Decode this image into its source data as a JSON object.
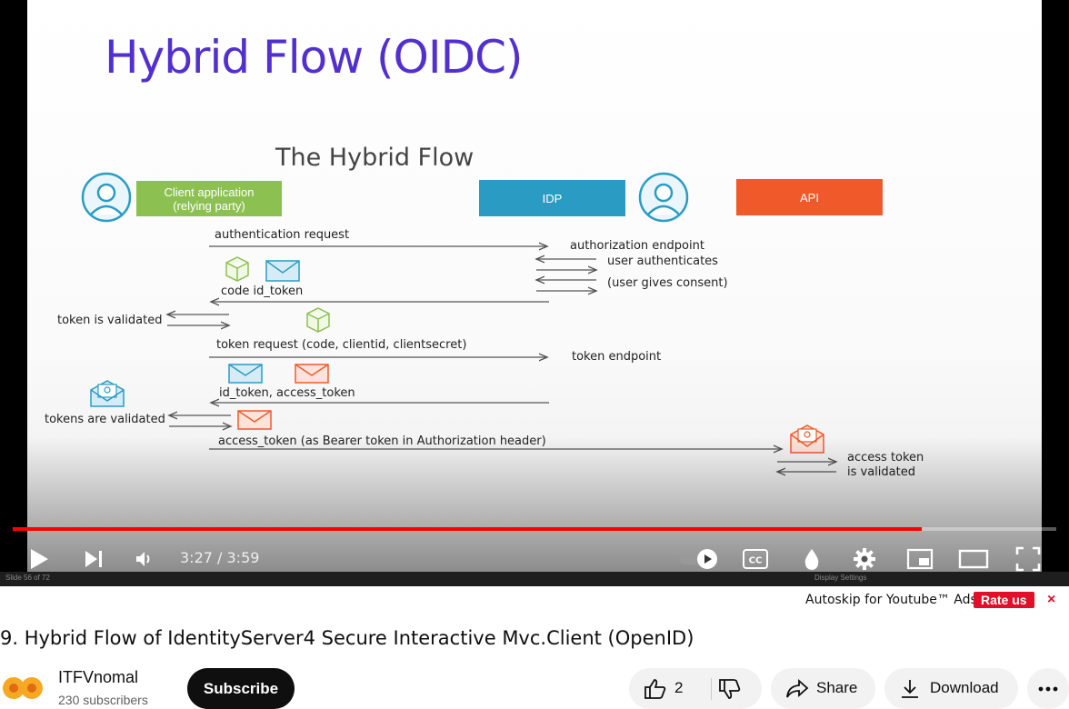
{
  "slide": {
    "title": "Hybrid Flow (OIDC)",
    "subtitle": "The Hybrid Flow",
    "client_box": "Client application\n(relying party)",
    "idp_box": "IDP",
    "api_box": "API",
    "labels": {
      "authentication_request": "authentication request",
      "authorization_endpoint": "authorization endpoint",
      "user_authenticates": "user authenticates",
      "user_gives_consent": "(user gives consent)",
      "code_id_token": "code id_token",
      "token_is_validated": "token is validated",
      "token_request": "token request (code, clientid, clientsecret)",
      "token_endpoint": "token endpoint",
      "id_token_access_token": "id_token, access_token",
      "tokens_are_validated": "tokens are validated",
      "access_token_bearer": "access_token (as Bearer token in Authorization header)",
      "access_token_validated_1": "access token",
      "access_token_validated_2": "is validated"
    },
    "colors": {
      "title": "#5230cf",
      "client": "#8cc152",
      "idp": "#2a9cc4",
      "api": "#f05a2b"
    },
    "slide_number": "Slide 56 of 72",
    "display_settings": "Display Settings"
  },
  "player": {
    "time": "3:27 / 3:59",
    "progress_fraction": 0.871,
    "icons": [
      "play-icon",
      "next-icon",
      "volume-icon",
      "autoplay-toggle-icon",
      "captions-icon",
      "ambient-icon",
      "settings-icon",
      "miniplayer-icon",
      "theater-icon",
      "fullscreen-icon"
    ]
  },
  "ad_bar": {
    "text": "Autoskip for Youtube™ Ads",
    "rate_us": "Rate us",
    "close": "×"
  },
  "video": {
    "title": "9. Hybrid Flow of IdentityServer4 Secure Interactive Mvc.Client (OpenID)",
    "channel": "ITFVnomal",
    "subscribers": "230 subscribers",
    "subscribe": "Subscribe",
    "likes": "2",
    "share": "Share",
    "download": "Download"
  }
}
